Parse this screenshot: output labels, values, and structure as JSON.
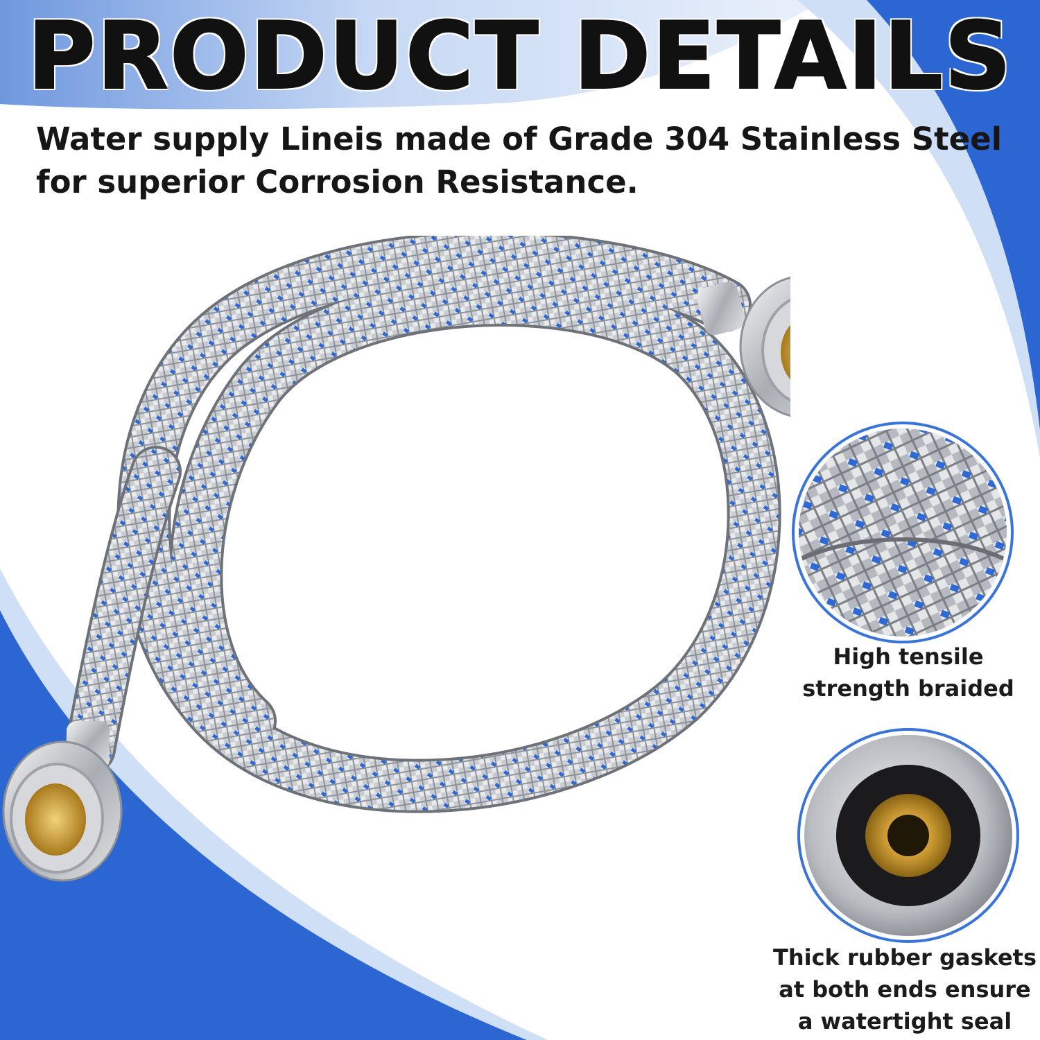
{
  "header": {
    "title": "PRODUCT DETAILS",
    "subtitle_line1": "Water supply Lineis made of Grade 304 Stainless Steel",
    "subtitle_line2": "for superior Corrosion Resistance."
  },
  "features": [
    {
      "icon": "braided-hose-closeup-icon",
      "line1": "High tensile",
      "line2": "strength braided"
    },
    {
      "icon": "gasket-fitting-closeup-icon",
      "line1": "Thick rubber gaskets",
      "line2": "at both ends ensure",
      "line3": "a watertight seal"
    }
  ],
  "colors": {
    "accent_blue": "#2f6ad4",
    "light_blue": "#c9dcf7",
    "steel": "#c3c7cc",
    "brass": "#c99a2e"
  }
}
